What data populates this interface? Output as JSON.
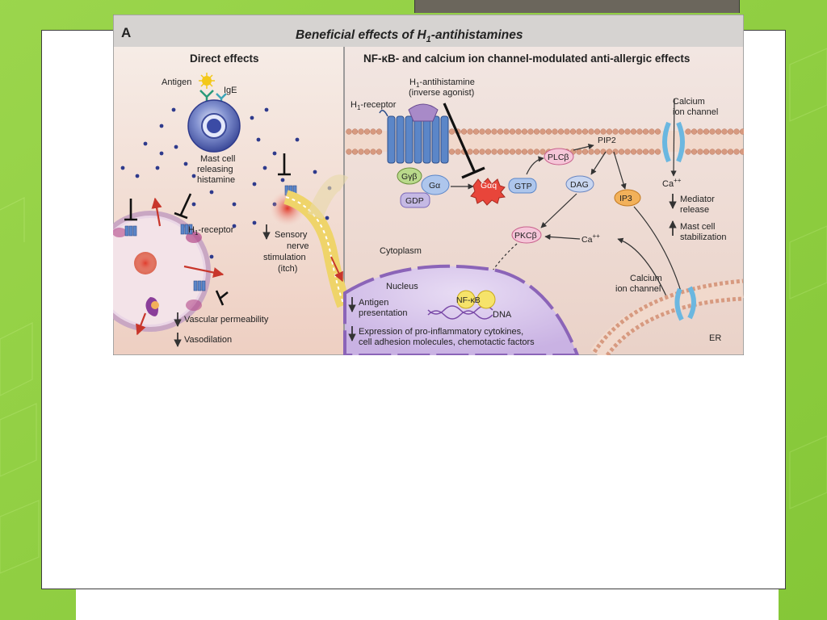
{
  "colors": {
    "background_green": "#8ccd3c",
    "slide_white": "#ffffff",
    "panel_pink": "#f1d9cf",
    "membrane": "#e3b39c",
    "receptor_blue": "#5b86c8",
    "histamine_dots": "#2e3a8c",
    "arrow_red": "#c8362b"
  },
  "figure": {
    "panel_letter": "A",
    "title": "Beneficial effects of H",
    "title_sub": "1",
    "title_end": "-antihistamines",
    "left": {
      "heading": "Direct effects",
      "antigen": "Antigen",
      "ige": "IgE",
      "mast_cell": [
        "Mast cell",
        "releasing",
        "histamine"
      ],
      "h1_receptor_pre": "H",
      "h1_receptor_sub": "1",
      "h1_receptor_post": "-receptor",
      "sensory": [
        "Sensory",
        "nerve",
        "stimulation",
        "(itch)"
      ],
      "vascular_permeability": "Vascular permeability",
      "vasodilation": "Vasodilation"
    },
    "right": {
      "heading": "NF-κB- and calcium ion channel-modulated anti-allergic effects",
      "antihistamine_pre": "H",
      "antihistamine_sub": "1",
      "antihistamine_post": "-antihistamine",
      "inverse_agonist": "(inverse agonist)",
      "receptor_pre": "H",
      "receptor_sub": "1",
      "receptor_post": "-receptor",
      "calcium_channel_top": [
        "Calcium",
        "ion channel"
      ],
      "gby": "Gγβ",
      "ga": "Gα",
      "gdp": "GDP",
      "gaq": "Gαq",
      "gtp": "GTP",
      "plcb": "PLCβ",
      "pip2": "PIP2",
      "dag": "DAG",
      "ip3": "IP3",
      "pkcb": "PKCβ",
      "ca_mid": "Ca",
      "ca_mid_sup": "++",
      "ca_top": "Ca",
      "ca_top_sup": "++",
      "mediator_release": [
        "Mediator",
        "release"
      ],
      "mast_cell_stabilization": [
        "Mast cell",
        "stabilization"
      ],
      "cytoplasm": "Cytoplasm",
      "nucleus": "Nucleus",
      "antigen_presentation": [
        "Antigen",
        "presentation"
      ],
      "nfkb": "NF-κB",
      "dna": "DNA",
      "expression": [
        "Expression of pro-inflammatory cytokines,",
        "cell adhesion molecules, chemotactic factors"
      ],
      "calcium_channel_bottom": [
        "Calcium",
        "ion channel"
      ],
      "er": "ER"
    }
  }
}
